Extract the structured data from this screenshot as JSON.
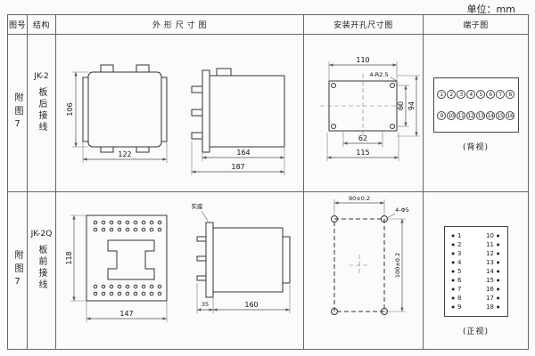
{
  "page": {
    "unit_label": "单位：mm"
  },
  "colors": {
    "ink": "#222222",
    "line": "#555555",
    "paper": "#fbfbf9"
  },
  "header": {
    "figure": "图号",
    "structure": "结构",
    "outline": "外 形 尺 寸 图",
    "mounting": "安装开孔尺寸图",
    "terminal": "端子图"
  },
  "row1": {
    "figure_label": "附图7",
    "model": "JK-2",
    "wiring": "板后接线",
    "outline": {
      "dim_height": "106",
      "dim_width": "122",
      "dim_depth_inner": "164",
      "dim_depth_total": "187"
    },
    "mounting": {
      "dim_width_top": "110",
      "holes_label": "4-R2.5",
      "dim_height_inner": "60",
      "dim_height_outer": "94",
      "dim_width_inner": "62",
      "dim_width_outer": "115"
    },
    "terminal": {
      "top_row": [
        "1",
        "2",
        "3",
        "4",
        "5",
        "6",
        "7",
        "8"
      ],
      "bottom_row": [
        "9",
        "10",
        "11",
        "12",
        "13",
        "14",
        "15",
        "16"
      ],
      "view_label": "(背视)"
    }
  },
  "row2": {
    "figure_label": "附图7",
    "model": "JK-2Q",
    "wiring": "板前接线",
    "outline": {
      "socket_label": "实座",
      "dim_height": "118",
      "dim_width": "147",
      "dim_depth_front": "35",
      "dim_depth_body": "160"
    },
    "mounting": {
      "dim_width_top": "90±0.2",
      "holes_label": "4-Φ5",
      "dim_height_right": "100±0.2"
    },
    "terminal": {
      "left_column": [
        "1",
        "2",
        "3",
        "4",
        "5",
        "6",
        "7",
        "8",
        "9"
      ],
      "right_column": [
        "10",
        "11",
        "12",
        "13",
        "14",
        "15",
        "16",
        "17",
        "18"
      ],
      "view_label": "(正视)"
    }
  }
}
